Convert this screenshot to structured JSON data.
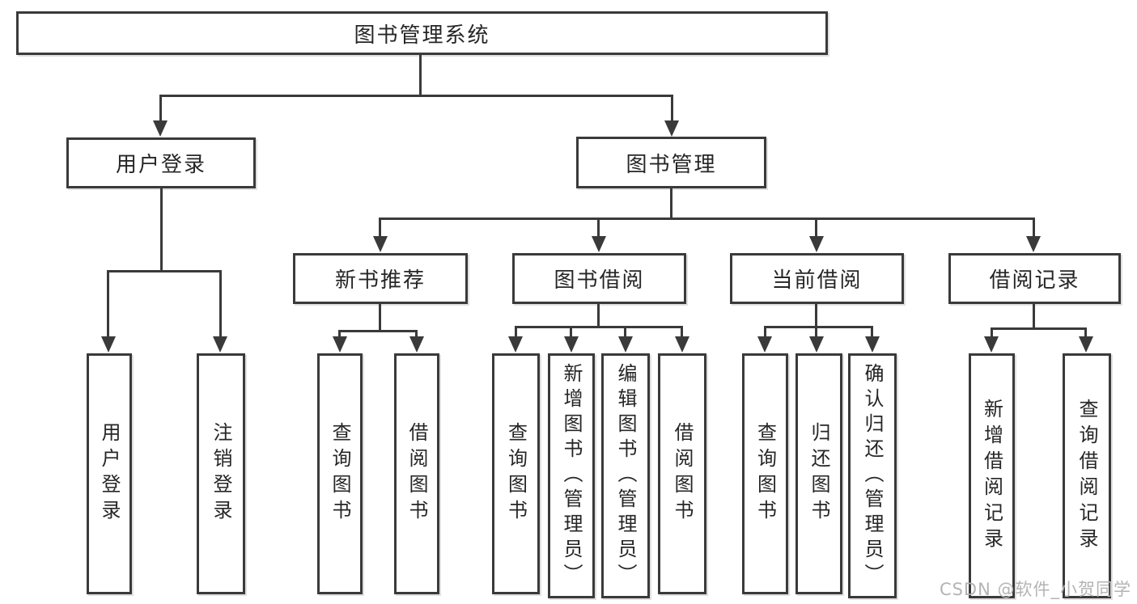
{
  "diagram": {
    "title": "图书管理系统",
    "tree": {
      "label": "图书管理系统",
      "children": [
        {
          "label": "用户登录",
          "children": [
            {
              "label": "用户登录"
            },
            {
              "label": "注销登录"
            }
          ]
        },
        {
          "label": "图书管理",
          "children": [
            {
              "label": "新书推荐",
              "children": [
                {
                  "label": "查询图书"
                },
                {
                  "label": "借阅图书"
                }
              ]
            },
            {
              "label": "图书借阅",
              "children": [
                {
                  "label": "查询图书"
                },
                {
                  "label": "新增图书（管理员）"
                },
                {
                  "label": "编辑图书（管理员）"
                },
                {
                  "label": "借阅图书"
                }
              ]
            },
            {
              "label": "当前借阅",
              "children": [
                {
                  "label": "查询图书"
                },
                {
                  "label": "归还图书"
                },
                {
                  "label": "确认归还（管理员）"
                }
              ]
            },
            {
              "label": "借阅记录",
              "children": [
                {
                  "label": "新增借阅记录"
                },
                {
                  "label": "查询借阅记录"
                }
              ]
            }
          ]
        }
      ]
    },
    "colors": {
      "line": "#3a3a3a",
      "text": "#262626",
      "background": "#ffffff",
      "watermark": "#b4b4b6"
    },
    "watermark": "CSDN @软件_小贺同学"
  }
}
